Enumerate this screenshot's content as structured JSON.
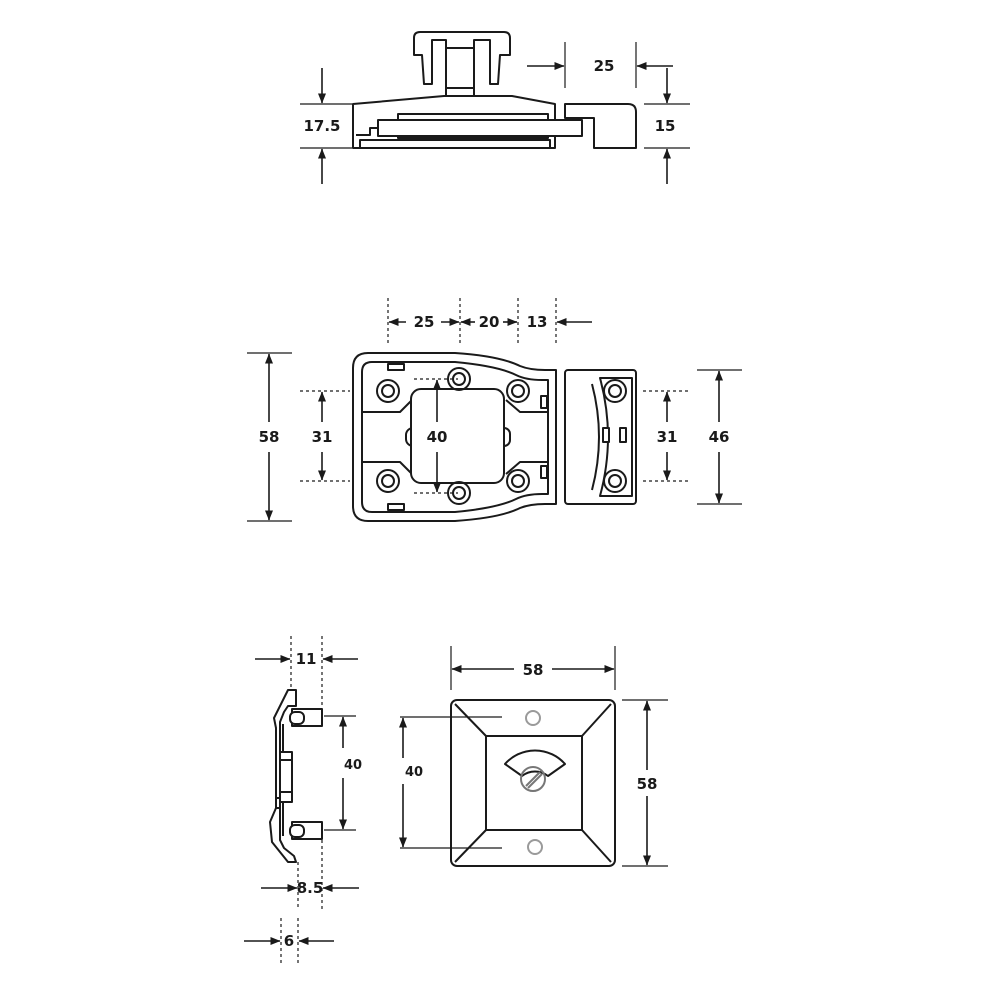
{
  "top_view": {
    "dims": {
      "height_left": "17.5",
      "height_right": "15",
      "gap": "25"
    }
  },
  "front_view": {
    "dims": {
      "span_a": "25",
      "span_b": "20",
      "span_c": "13",
      "height_total": "58",
      "hole_pitch_left": "31",
      "hole_pitch_center": "40",
      "hole_pitch_right": "31",
      "keep_height": "46"
    }
  },
  "indicator_side": {
    "dims": {
      "depth_top": "11",
      "hole_pitch": "40",
      "depth_mid": "8.5",
      "depth_bottom": "6"
    }
  },
  "indicator_face": {
    "dims": {
      "width": "58",
      "hole_pitch": "40",
      "height": "58"
    }
  }
}
